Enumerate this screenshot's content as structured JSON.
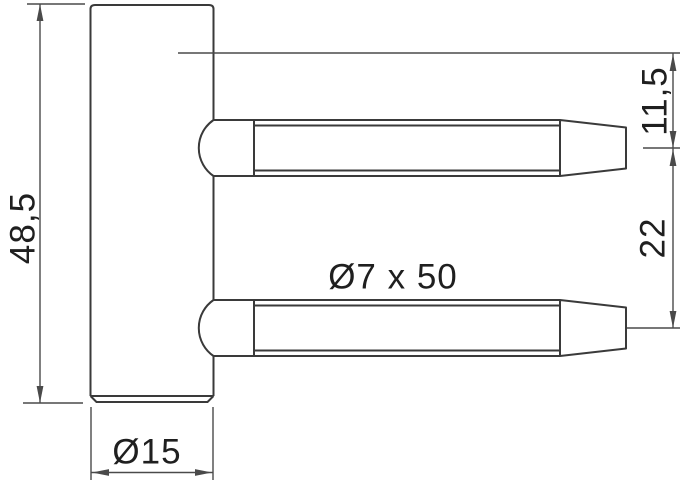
{
  "labels": {
    "body_height": "48,5",
    "body_diameter": "Ø15",
    "pin_spec": "Ø7 x 50",
    "pin_offset": "11,5",
    "pin_spacing": "22"
  },
  "colors": {
    "background": "#ffffff",
    "part_line": "#3a3a3a",
    "dimension_line": "#4a4a4a",
    "text": "#1f1f1f"
  }
}
